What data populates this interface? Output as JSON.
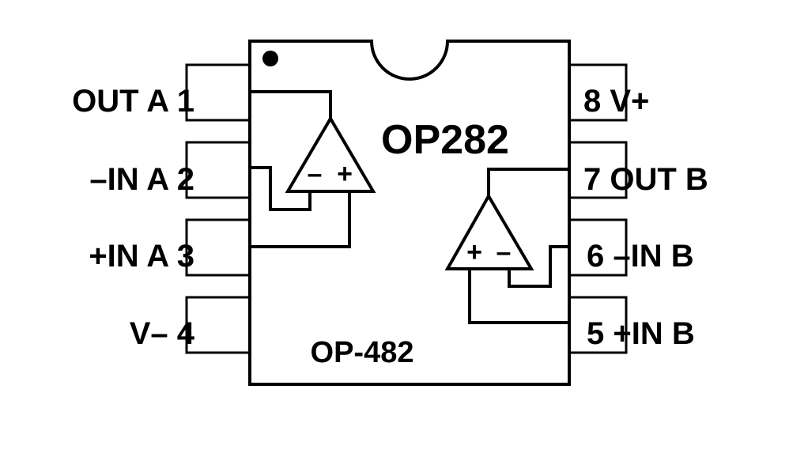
{
  "part_numbers": {
    "primary": "OP282",
    "secondary": "OP-482"
  },
  "pins": [
    {
      "number": "1",
      "name": "OUT A",
      "text": "OUT A 1"
    },
    {
      "number": "2",
      "name": "–IN A",
      "text": "–IN A 2"
    },
    {
      "number": "3",
      "name": "+IN A",
      "text": "+IN A 3"
    },
    {
      "number": "4",
      "name": "V–",
      "text": "V– 4"
    },
    {
      "number": "5",
      "name": "+IN B",
      "text": "5 +IN B"
    },
    {
      "number": "6",
      "name": "–IN B",
      "text": "6 –IN B"
    },
    {
      "number": "7",
      "name": "OUT B",
      "text": "7 OUT B"
    },
    {
      "number": "8",
      "name": "V+",
      "text": "8 V+"
    }
  ],
  "amplifiers": [
    {
      "id": "A",
      "inverting_sign": "–",
      "noninverting_sign": "+"
    },
    {
      "id": "B",
      "inverting_sign": "–",
      "noninverting_sign": "+"
    }
  ]
}
